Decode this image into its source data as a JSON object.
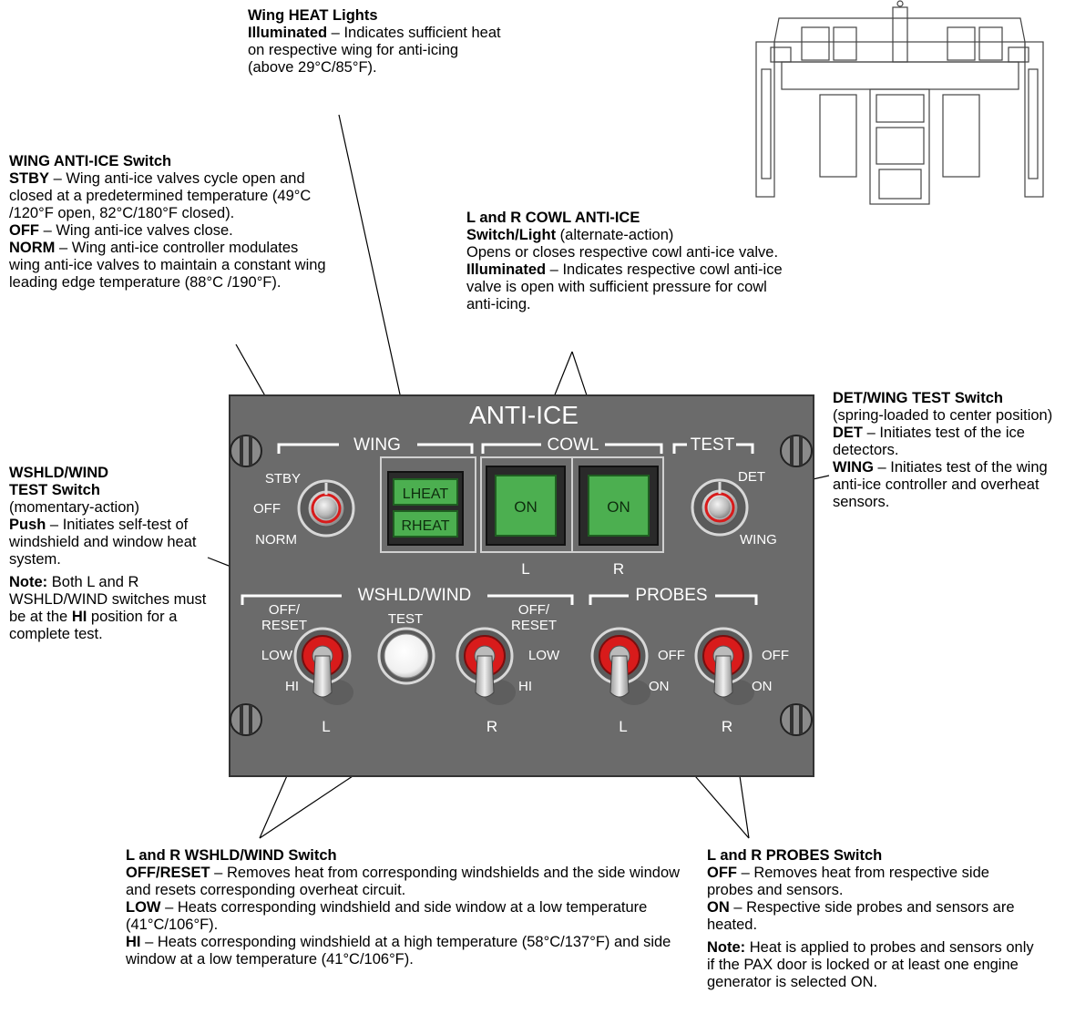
{
  "panel": {
    "title": "ANTI-ICE",
    "sections": {
      "wing": "WING",
      "cowl": "COWL",
      "test": "TEST",
      "wshld": "WSHLD/WIND",
      "probes": "PROBES"
    },
    "wing_switch": {
      "stby": "STBY",
      "off": "OFF",
      "norm": "NORM"
    },
    "heat_lights": {
      "left": "LHEAT",
      "right": "RHEAT"
    },
    "cowl_lights": {
      "left_label": "ON",
      "right_label": "ON",
      "left_side": "L",
      "right_side": "R"
    },
    "test_switch": {
      "det": "DET",
      "wing": "WING"
    },
    "wshld_left": {
      "off_reset_1": "OFF/",
      "off_reset_2": "RESET",
      "low": "LOW",
      "hi": "HI",
      "side": "L"
    },
    "wshld_test": "TEST",
    "wshld_right": {
      "off_reset_1": "OFF/",
      "off_reset_2": "RESET",
      "low": "LOW",
      "hi": "HI",
      "side": "R"
    },
    "probes_left": {
      "off": "OFF",
      "on": "ON",
      "side": "L"
    },
    "probes_right": {
      "off": "OFF",
      "on": "ON",
      "side": "R"
    },
    "figure_id": "605_14_005TP",
    "colors": {
      "panel": "#6b6b6b",
      "light_green": "#4caf50",
      "switch_red": "#d81b1b"
    }
  },
  "callouts": {
    "wing_heat": {
      "title": "Wing HEAT Lights",
      "term": "Illuminated",
      "text": " – Indicates sufficient heat on respective wing for anti-icing (above 29°C/85°F)."
    },
    "wing_anti_ice": {
      "title": "WING ANTI-ICE Switch",
      "stby_term": "STBY",
      "stby_text": " – Wing anti-ice valves cycle open and closed at a predetermined temperature (49°C /120°F open, 82°C/180°F closed).",
      "off_term": "OFF",
      "off_text": " – Wing anti-ice valves close.",
      "norm_term": "NORM",
      "norm_text": " – Wing anti-ice controller modulates wing  anti-ice valves to maintain a constant wing leading edge temperature (88°C /190°F)."
    },
    "cowl": {
      "title1": "L and R COWL ANTI-ICE",
      "title2": "Switch/Light",
      "title2_text": " (alternate-action)",
      "desc": "Opens or closes respective cowl anti-ice valve.",
      "ill_term": "Illuminated",
      "ill_text": " – Indicates respective cowl anti-ice valve is open with sufficient pressure for cowl anti-icing."
    },
    "det_test": {
      "title": "DET/WING TEST Switch",
      "sub": "(spring-loaded to center position)",
      "det_term": "DET",
      "det_text": " – Initiates test of the ice detectors.",
      "wing_term": "WING",
      "wing_text": " – Initiates test of the wing anti-ice controller and overheat sensors."
    },
    "wshld_test": {
      "title1": "WSHLD/WIND",
      "title2": "TEST Switch",
      "sub": "(momentary-action)",
      "push_term": "Push",
      "push_text": " – Initiates self-test of windshield and window heat system.",
      "note_term": "Note:",
      "note_text1": " Both L and R WSHLD/WIND switches must be at the ",
      "note_hi": "HI",
      "note_text2": " position for a complete test."
    },
    "wshld_switch": {
      "title": "L and R WSHLD/WIND Switch",
      "off_term": "OFF/RESET",
      "off_text": " – Removes heat from corresponding windshields and the side window and resets corresponding overheat circuit.",
      "low_term": "LOW",
      "low_text": " – Heats corresponding windshield and side window at a low temperature (41°C/106°F).",
      "hi_term": "HI",
      "hi_text": " – Heats corresponding windshield at a high temperature (58°C/137°F) and side window at a low temperature (41°C/106°F)."
    },
    "probes": {
      "title": "L and R PROBES Switch",
      "off_term": "OFF",
      "off_text": " – Removes heat from respective side probes and sensors.",
      "on_term": "ON",
      "on_text": " – Respective side probes and sensors are heated.",
      "note_term": "Note:",
      "note_text": " Heat is applied to probes and sensors only if the PAX door is locked or at least one engine generator is selected ON."
    }
  }
}
